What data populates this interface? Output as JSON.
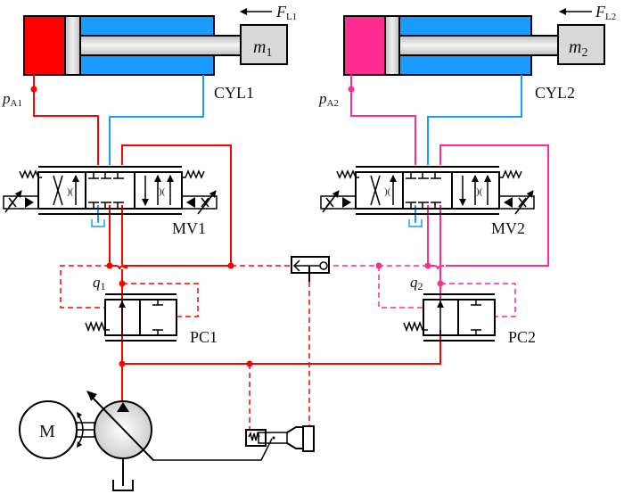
{
  "diagram": {
    "type": "hydraulic-circuit",
    "colors": {
      "line_1": "#ff0000",
      "line_2": "#ff2d91",
      "return_line": "#1a9cff",
      "cylinder_rod_chamber": "#1a9cff",
      "cylinder1_head_chamber": "#ff0000",
      "cylinder2_head_chamber": "#ff2d91",
      "mass": "#d9d9d9"
    },
    "cylinders": [
      {
        "label": "CYL1",
        "mass": "m",
        "mass_sub": "1",
        "force": "F",
        "force_sub": "L1",
        "pressure": "p",
        "pressure_sub": "A1"
      },
      {
        "label": "CYL2",
        "mass": "m",
        "mass_sub": "2",
        "force": "F",
        "force_sub": "L2",
        "pressure": "p",
        "pressure_sub": "A2"
      }
    ],
    "valves": [
      {
        "label": "MV1"
      },
      {
        "label": "MV2"
      }
    ],
    "compensators": [
      {
        "label": "PC1",
        "flow": "q",
        "flow_sub": "1"
      },
      {
        "label": "PC2",
        "flow": "q",
        "flow_sub": "2"
      }
    ],
    "motor": {
      "label": "M"
    }
  }
}
